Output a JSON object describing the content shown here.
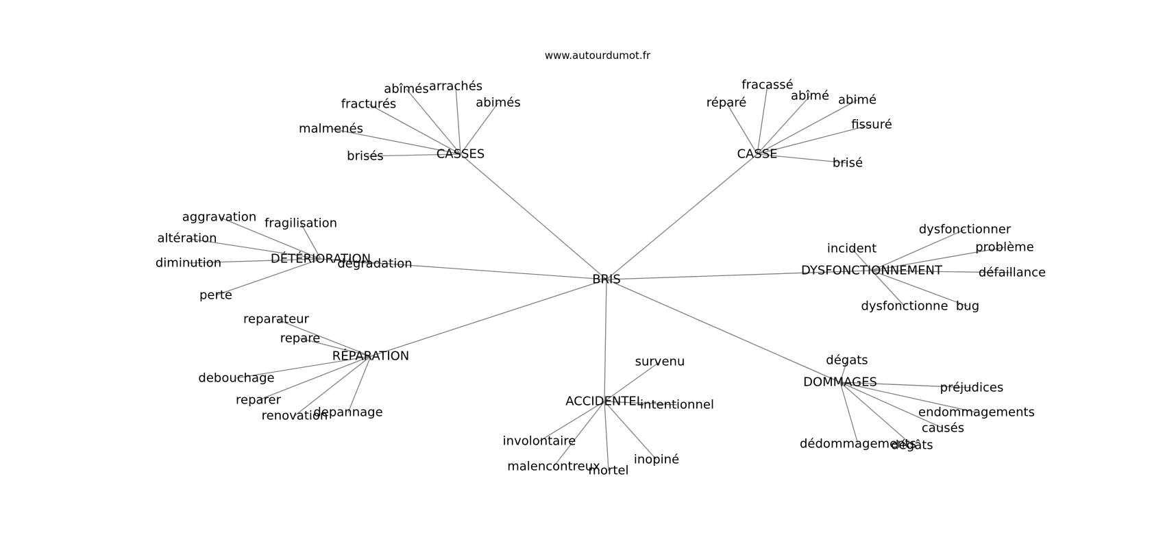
{
  "source": "www.autourdumot.fr",
  "center": {
    "id": "center",
    "label": "BRIS"
  },
  "clusters": [
    {
      "id": "casses",
      "label": "CASSES",
      "leaves": [
        "abîmés",
        "arrachés",
        "fracturés",
        "abimés",
        "malmenés",
        "brisés"
      ]
    },
    {
      "id": "casse",
      "label": "CASSE",
      "leaves": [
        "fracassé",
        "réparé",
        "abîmé",
        "abimé",
        "fissuré",
        "brisé"
      ]
    },
    {
      "id": "deterioration",
      "label": "DÉTÉRIORATION",
      "leaves": [
        "aggravation",
        "fragilisation",
        "altération",
        "diminution",
        "dégradation",
        "perte"
      ]
    },
    {
      "id": "dysfonctionnement",
      "label": "DYSFONCTIONNEMENT",
      "leaves": [
        "dysfonctionner",
        "incident",
        "problème",
        "défaillance",
        "dysfonctionne",
        "bug"
      ]
    },
    {
      "id": "reparation",
      "label": "RÉPARATION",
      "leaves": [
        "reparateur",
        "repare",
        "debouchage",
        "reparer",
        "renovation",
        "depannage"
      ]
    },
    {
      "id": "accidentel",
      "label": "ACCIDENTEL",
      "leaves": [
        "survenu",
        "intentionnel",
        "involontaire",
        "malencontreux",
        "mortel",
        "inopiné"
      ]
    },
    {
      "id": "dommages",
      "label": "DOMMAGES",
      "leaves": [
        "dégats",
        "préjudices",
        "endommagements",
        "causés",
        "dédommagements",
        "dégâts"
      ]
    }
  ]
}
